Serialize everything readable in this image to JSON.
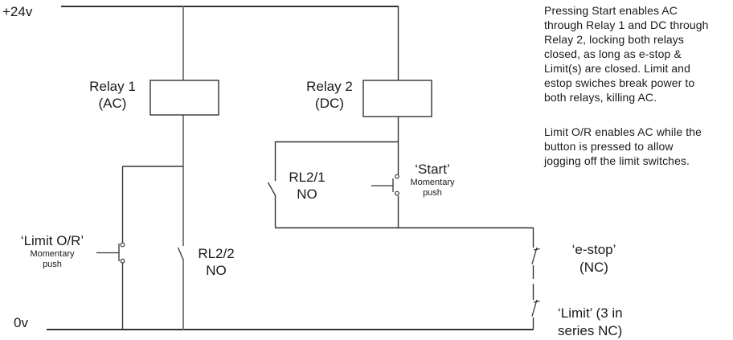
{
  "colors": {
    "wire": "#333333",
    "trunk": "#808080",
    "text": "#1a1a1a",
    "bg": "#ffffff"
  },
  "rails": {
    "top": "+24v",
    "bottom": "0v"
  },
  "components": {
    "relay1": {
      "name": "Relay 1",
      "type": "(AC)"
    },
    "relay2": {
      "name": "Relay 2",
      "type": "(DC)"
    },
    "rl21": {
      "name": "RL2/1",
      "state": "NO"
    },
    "rl22": {
      "name": "RL2/2",
      "state": "NO"
    },
    "start": {
      "name": "‘Start’",
      "kind": "Momentary",
      "action": "push"
    },
    "limit_override": {
      "name": "‘Limit O/R’",
      "kind": "Momentary",
      "action": "push"
    },
    "estop": {
      "name": "‘e-stop’",
      "state": "(NC)"
    },
    "limit": {
      "line1": "‘Limit’ (3 in",
      "line2": "series NC)"
    }
  },
  "notes": {
    "para1": "Pressing Start enables AC\nthrough Relay 1 and DC through\nRelay 2, locking both relays\nclosed, as long as e-stop &\nLimit(s) are closed.  Limit and\nestop swiches break power to\nboth relays, killing AC.",
    "para2": "Limit O/R enables AC while the\nbutton is pressed to allow\njogging off the limit switches."
  }
}
